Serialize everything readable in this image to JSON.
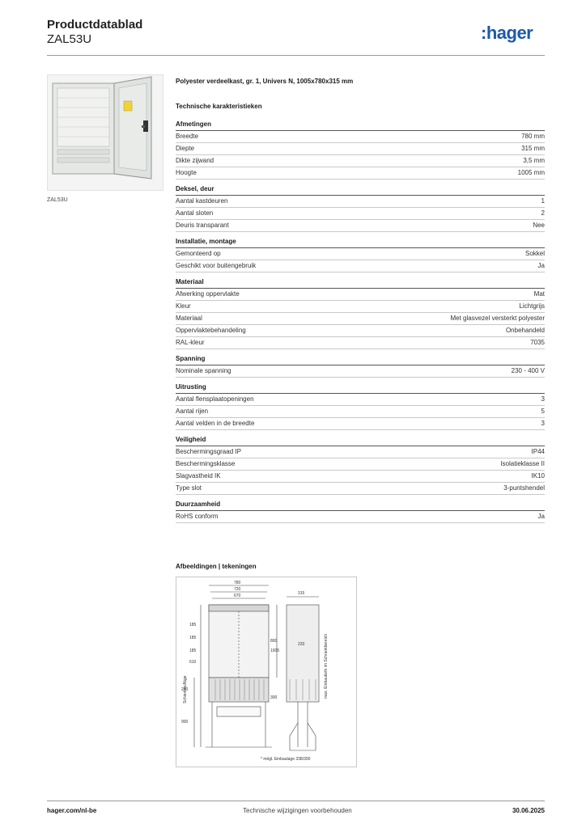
{
  "header": {
    "title": "Productdatablad",
    "subtitle": "ZAL53U",
    "logo_text": ":hager",
    "logo_color": "#1d5aa8"
  },
  "photo": {
    "caption": "ZAL53U"
  },
  "description": "Polyester verdeelkast, gr. 1, Univers N, 1005x780x315 mm",
  "tech_title": "Technische karakteristieken",
  "sections": [
    {
      "title": "Afmetingen",
      "rows": [
        {
          "label": "Breedte",
          "value": "780 mm"
        },
        {
          "label": "Diepte",
          "value": "315 mm"
        },
        {
          "label": "Dikte zijwand",
          "value": "3,5 mm"
        },
        {
          "label": "Hoogte",
          "value": "1005 mm"
        }
      ]
    },
    {
      "title": "Deksel, deur",
      "rows": [
        {
          "label": "Aantal kastdeuren",
          "value": "1"
        },
        {
          "label": "Aantal sloten",
          "value": "2"
        },
        {
          "label": "Deuris transparant",
          "value": "Nee"
        }
      ]
    },
    {
      "title": "Installatie, montage",
      "rows": [
        {
          "label": "Gemonteerd op",
          "value": "Sokkel"
        },
        {
          "label": "Geschikt voor buitengebruik",
          "value": "Ja"
        }
      ]
    },
    {
      "title": "Materiaal",
      "rows": [
        {
          "label": "Afwerking oppervlakte",
          "value": "Mat"
        },
        {
          "label": "Kleur",
          "value": "Lichtgrijs"
        },
        {
          "label": "Materiaal",
          "value": "Met glasvezel versterkt polyester"
        },
        {
          "label": "Oppervlaktebehandeling",
          "value": "Onbehandeld"
        },
        {
          "label": "RAL-kleur",
          "value": "7035"
        }
      ]
    },
    {
      "title": "Spanning",
      "rows": [
        {
          "label": "Nominale spanning",
          "value": "230 - 400 V"
        }
      ]
    },
    {
      "title": "Uitrusting",
      "rows": [
        {
          "label": "Aantal flensplaatopeningen",
          "value": "3"
        },
        {
          "label": "Aantal rijen",
          "value": "5"
        },
        {
          "label": "Aantal velden in de breedte",
          "value": "3"
        }
      ]
    },
    {
      "title": "Veiligheid",
      "rows": [
        {
          "label": "Beschermingsgraad IP",
          "value": "IP44"
        },
        {
          "label": "Beschermingsklasse",
          "value": "Isolatieklasse II"
        },
        {
          "label": "Slagvastheid IK",
          "value": "IK10"
        },
        {
          "label": "Type slot",
          "value": "3-puntshendel"
        }
      ]
    },
    {
      "title": "Duurzaamheid",
      "rows": [
        {
          "label": "RoHS conform",
          "value": "Ja"
        }
      ]
    }
  ],
  "images_title": "Afbeeldingen | tekeningen",
  "drawing": {
    "dims_top": [
      "780",
      "720",
      "670"
    ],
    "dim_depth": "315",
    "dims_left": [
      "185",
      "185",
      "185",
      "610",
      "250",
      "300",
      "900"
    ],
    "dims_right": [
      "800",
      "1005",
      "233"
    ],
    "label_rail": "Schienhaufläge",
    "label_depth": "max. Einbautiefe im Schrankbereich",
    "note": "* mögl. Einbaulage 338/300"
  },
  "footer": {
    "left": "hager.com/nl-be",
    "middle": "Technische wijzigingen voorbehouden",
    "right": "30.06.2025"
  }
}
